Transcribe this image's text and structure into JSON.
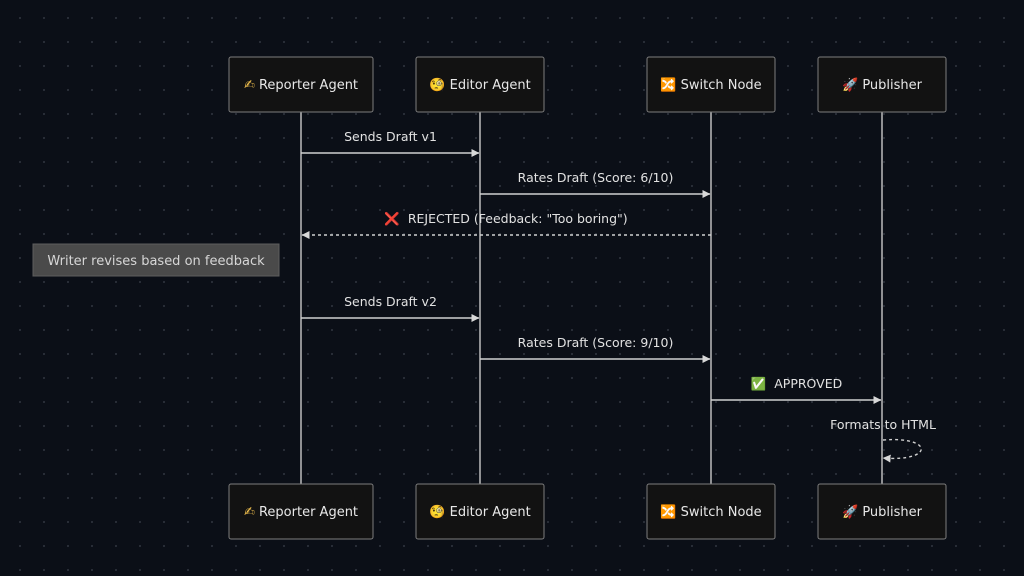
{
  "actors": [
    {
      "id": "reporter",
      "icon": "✍",
      "icon_name": "writing-hand-icon",
      "label": "Reporter Agent"
    },
    {
      "id": "editor",
      "icon": "🧐",
      "icon_name": "face-with-monocle-icon",
      "label": "Editor Agent"
    },
    {
      "id": "switch",
      "icon": "🔀",
      "icon_name": "shuffle-icon",
      "label": "Switch Node"
    },
    {
      "id": "publisher",
      "icon": "🚀",
      "icon_name": "rocket-icon",
      "label": "Publisher"
    }
  ],
  "messages": [
    {
      "from": "reporter",
      "to": "editor",
      "label": "Sends Draft v1",
      "style": "solid"
    },
    {
      "from": "editor",
      "to": "switch",
      "label": "Rates Draft (Score: 6/10)",
      "style": "solid"
    },
    {
      "from": "switch",
      "to": "reporter",
      "icon": "❌",
      "icon_name": "cross-mark-icon",
      "label": "REJECTED (Feedback: \"Too boring\")",
      "style": "dashed"
    },
    {
      "from": "reporter",
      "to": "editor",
      "label": "Sends Draft v2",
      "style": "solid"
    },
    {
      "from": "editor",
      "to": "switch",
      "label": "Rates Draft (Score: 9/10)",
      "style": "solid"
    },
    {
      "from": "switch",
      "to": "publisher",
      "icon": "✅",
      "icon_name": "check-mark-icon",
      "label": "APPROVED",
      "style": "solid"
    },
    {
      "from": "publisher",
      "to": "publisher",
      "label": "Formats to HTML",
      "style": "dashed",
      "self": true
    }
  ],
  "note": {
    "label": "Writer revises based on feedback",
    "position": "left of reporter"
  },
  "colors": {
    "background": "#0b0f17",
    "actor_fill": "#121212",
    "actor_border": "#7d7d7d",
    "line": "#d0d0d0",
    "note_fill": "#4a4a4a",
    "text": "#e6e6e6",
    "rejected_icon": "#e0463a",
    "approved_icon": "#3fb94f",
    "switch_icon": "#3b82d6"
  }
}
